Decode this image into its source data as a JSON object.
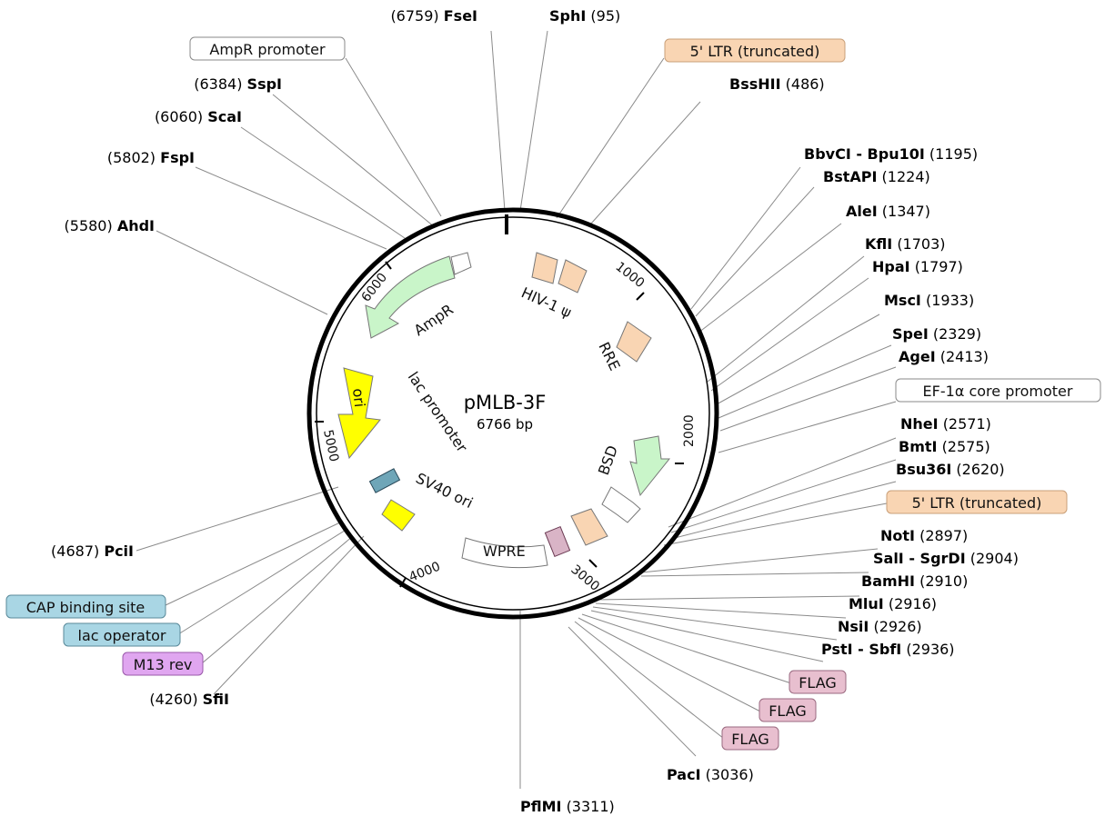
{
  "plasmid": {
    "name": "pMLB-3F",
    "length_label": "6766 bp",
    "length": 6766
  },
  "colors": {
    "backbone": "#000000",
    "feature_peach": "#f9d5b3",
    "feature_green": "#c9f5c9",
    "feature_yellow": "#ffff00",
    "feature_white": "#ffffff",
    "label_cyan": "#a9d6e4",
    "label_purple": "#e0a6f0",
    "label_pink": "#e8bfcf",
    "leader": "#8a8a8a"
  },
  "ticks": [
    "1000",
    "2000",
    "3000",
    "4000",
    "5000",
    "6000"
  ],
  "sites": [
    {
      "id": "fsei",
      "name": "FseI",
      "pos": "(6759)"
    },
    {
      "id": "sphi",
      "name": "SphI",
      "pos": "(95)"
    },
    {
      "id": "bsshii",
      "name": "BssHII",
      "pos": "(486)"
    },
    {
      "id": "sspi",
      "name": "SspI",
      "pos": "(6384)"
    },
    {
      "id": "scai",
      "name": "ScaI",
      "pos": "(6060)"
    },
    {
      "id": "fspi",
      "name": "FspI",
      "pos": "(5802)"
    },
    {
      "id": "ahdi",
      "name": "AhdI",
      "pos": "(5580)"
    },
    {
      "id": "bbvci",
      "name": "BbvCI - Bpu10I",
      "pos": "(1195)"
    },
    {
      "id": "bstapi",
      "name": "BstAPI",
      "pos": "(1224)"
    },
    {
      "id": "alei",
      "name": "AleI",
      "pos": "(1347)"
    },
    {
      "id": "kfli",
      "name": "KflI",
      "pos": "(1703)"
    },
    {
      "id": "hpai",
      "name": "HpaI",
      "pos": "(1797)"
    },
    {
      "id": "msci",
      "name": "MscI",
      "pos": "(1933)"
    },
    {
      "id": "spei",
      "name": "SpeI",
      "pos": "(2329)"
    },
    {
      "id": "agei",
      "name": "AgeI",
      "pos": "(2413)"
    },
    {
      "id": "nhei",
      "name": "NheI",
      "pos": "(2571)"
    },
    {
      "id": "bmti",
      "name": "BmtI",
      "pos": "(2575)"
    },
    {
      "id": "bsu36i",
      "name": "Bsu36I",
      "pos": "(2620)"
    },
    {
      "id": "noti",
      "name": "NotI",
      "pos": "(2897)"
    },
    {
      "id": "sali",
      "name": "SalI - SgrDI",
      "pos": "(2904)"
    },
    {
      "id": "bamhi",
      "name": "BamHI",
      "pos": "(2910)"
    },
    {
      "id": "mlui",
      "name": "MluI",
      "pos": "(2916)"
    },
    {
      "id": "nsii",
      "name": "NsiI",
      "pos": "(2926)"
    },
    {
      "id": "psti",
      "name": "PstI - SbfI",
      "pos": "(2936)"
    },
    {
      "id": "paci",
      "name": "PacI",
      "pos": "(3036)"
    },
    {
      "id": "pflmi",
      "name": "PflMI",
      "pos": "(3311)"
    },
    {
      "id": "pcii",
      "name": "PciI",
      "pos": "(4687)"
    },
    {
      "id": "sfii",
      "name": "SfiI",
      "pos": "(4260)"
    }
  ],
  "boxed_labels": [
    {
      "id": "ampr-promoter",
      "text": "AmpR promoter",
      "fill": "#ffffff"
    },
    {
      "id": "ltr-top",
      "text": "5' LTR (truncated)",
      "fill": "#f9d5b3"
    },
    {
      "id": "ef1a",
      "text": "EF-1α core promoter",
      "fill": "#ffffff"
    },
    {
      "id": "ltr-right",
      "text": "5' LTR (truncated)",
      "fill": "#f9d5b3"
    },
    {
      "id": "cap",
      "text": "CAP binding site",
      "fill": "#a9d6e4"
    },
    {
      "id": "lacop",
      "text": "lac operator",
      "fill": "#a9d6e4"
    },
    {
      "id": "m13",
      "text": "M13 rev",
      "fill": "#e0a6f0"
    },
    {
      "id": "flag1",
      "text": "FLAG",
      "fill": "#e8bfcf"
    },
    {
      "id": "flag2",
      "text": "FLAG",
      "fill": "#e8bfcf"
    },
    {
      "id": "flag3",
      "text": "FLAG",
      "fill": "#e8bfcf"
    }
  ],
  "features": {
    "hiv_psi": "HIV-1 ψ",
    "rre": "RRE",
    "bsd": "BSD",
    "wpre": "WPRE",
    "sv40": "SV40 ori",
    "lac_promoter": "lac promoter",
    "ori": "ori",
    "ampr": "AmpR"
  }
}
